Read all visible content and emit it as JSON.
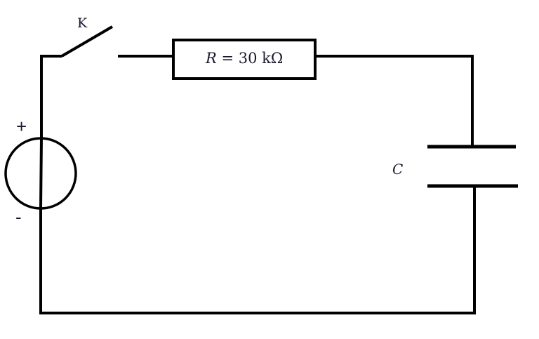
{
  "diagram": {
    "type": "RC circuit",
    "colors": {
      "wire": "#000000",
      "text": "#1a1a2e",
      "background": "#ffffff"
    },
    "switch": {
      "label": "K",
      "state": "open"
    },
    "resistor": {
      "symbol": "R",
      "equals": " = ",
      "value": "30 kΩ"
    },
    "source": {
      "plus_label": "+",
      "minus_label": "-"
    },
    "capacitor": {
      "label": "C"
    }
  }
}
